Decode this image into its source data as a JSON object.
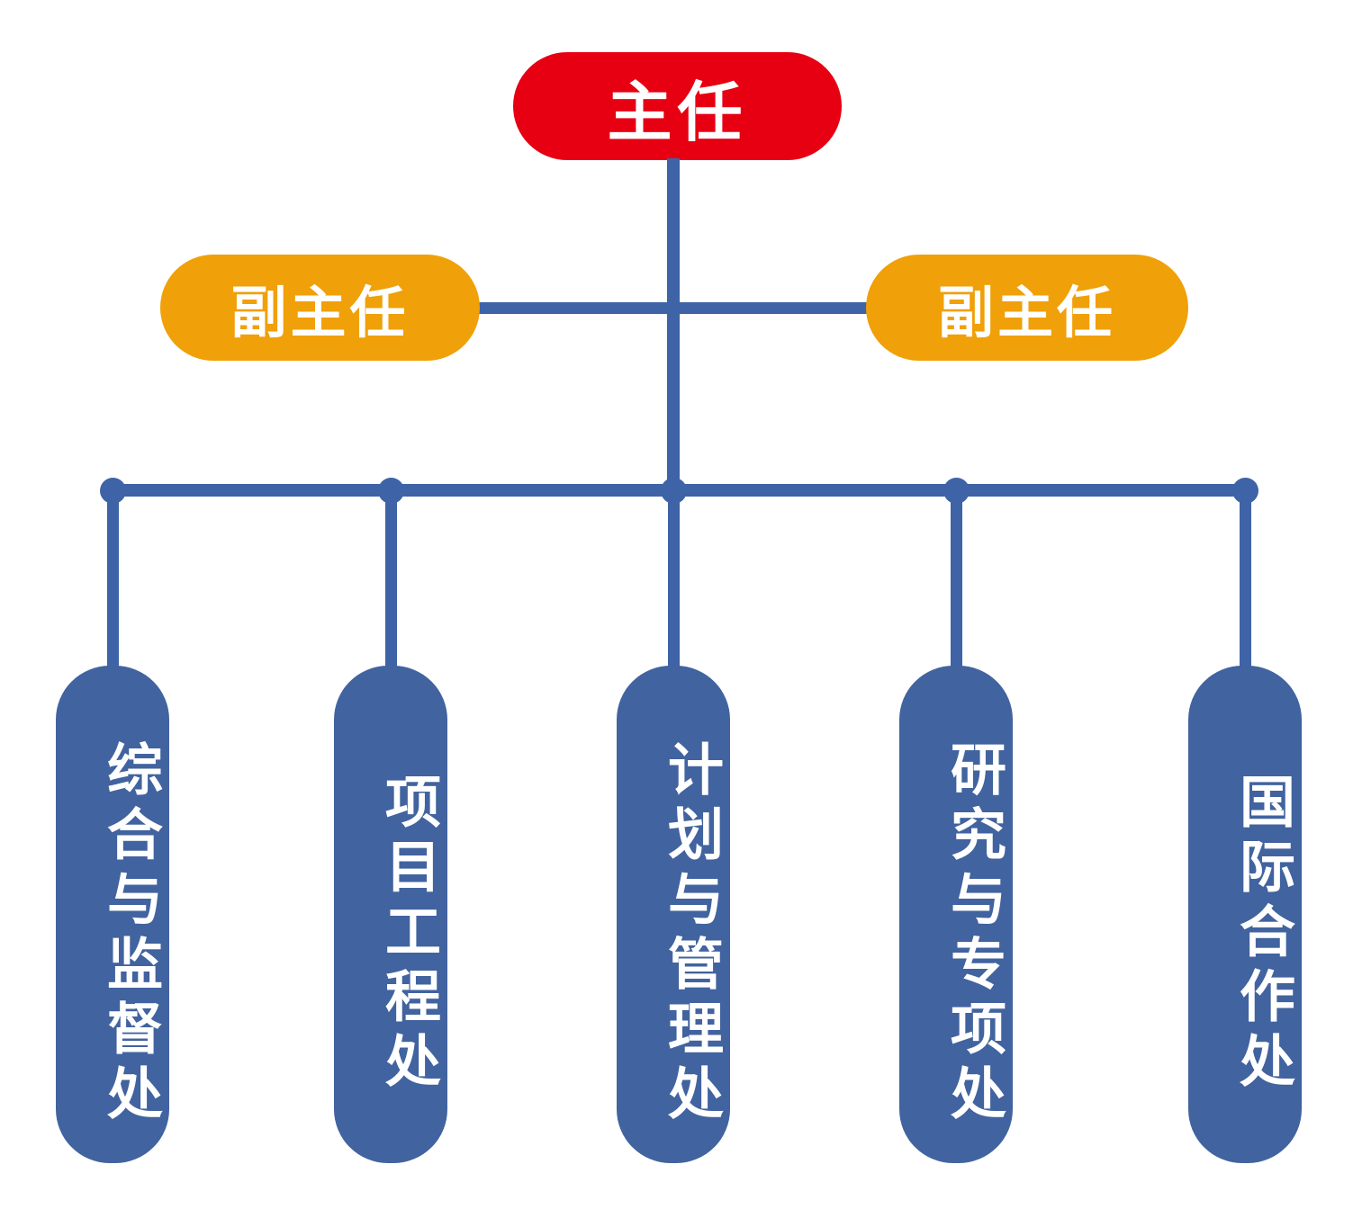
{
  "diagram": {
    "type": "organization-chart",
    "orientation": "top-down",
    "background_color": "#FFFFFF",
    "connector_color": "#3E63A6"
  },
  "colors": {
    "director": "#E60012",
    "deputy": "#F0A008",
    "division": "#41639F",
    "connector": "#3E63A6",
    "node_text": "#FFFFFF"
  },
  "levels": {
    "director": {
      "label": "主任"
    },
    "deputies": [
      {
        "label": "副主任",
        "position": "left"
      },
      {
        "label": "副主任",
        "position": "right"
      }
    ],
    "divisions": [
      {
        "label": "综合与监督处"
      },
      {
        "label": "项目工程处"
      },
      {
        "label": "计划与管理处"
      },
      {
        "label": "研究与专项处"
      },
      {
        "label": "国际合作处"
      }
    ]
  }
}
